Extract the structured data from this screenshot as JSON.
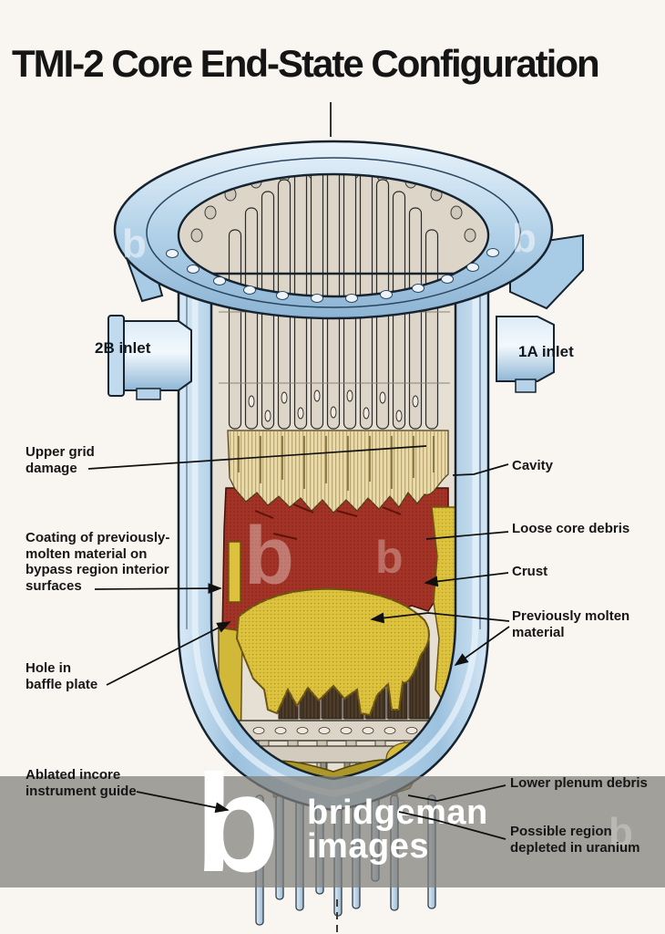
{
  "title": "TMI-2 Core End-State Configuration",
  "diagram": {
    "nozzle_left": "2B inlet",
    "nozzle_right": "1A inlet",
    "labels_left": {
      "upper_grid": "Upper grid\ndamage",
      "coating": "Coating of previously-\nmolten material on\nbypass region interior\nsurfaces",
      "hole_baffle": "Hole in\nbaffle plate",
      "ablated": "Ablated incore\ninstrument guide"
    },
    "labels_right": {
      "cavity": "Cavity",
      "loose_debris": "Loose core debris",
      "crust": "Crust",
      "prev_molten": "Previously molten\nmaterial",
      "lower_plenum": "Lower plenum debris",
      "possible_region": "Possible region\ndepleted in uranium"
    },
    "colors": {
      "vessel_blue": "#a9cce6",
      "core_red": "#a23326",
      "molten_yellow": "#dcc23e",
      "cavity_cream": "#e7dbb0",
      "rod_brown": "#4f3d29",
      "debris_olive": "#ad9729"
    }
  },
  "watermark": {
    "letter": "b",
    "line1": "bridgeman",
    "line2": "images"
  }
}
